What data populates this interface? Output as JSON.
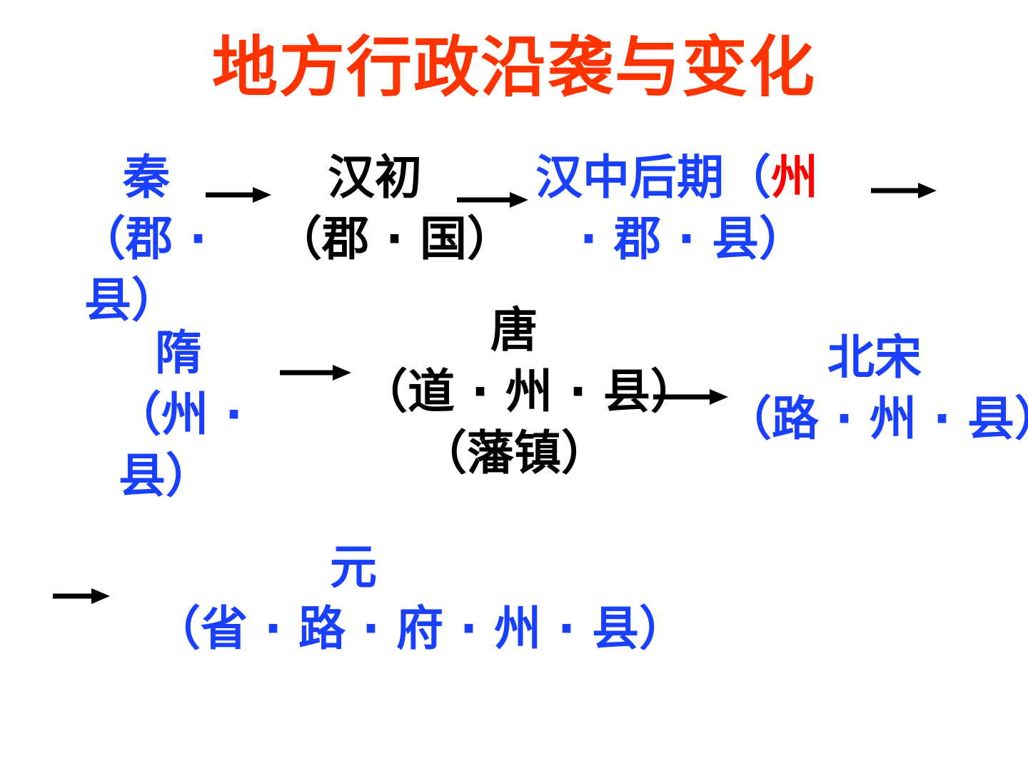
{
  "title": "地方行政沿袭与变化",
  "colors": {
    "title": "#ff3300",
    "blue": "#1a40ff",
    "black": "#000000",
    "red": "#ff0000"
  },
  "nodes": {
    "qin": {
      "lines": [
        "秦",
        "（郡 ·",
        "县）"
      ]
    },
    "han_early": {
      "lines": [
        "汉初",
        "（郡 · 国）"
      ]
    },
    "han_late": {
      "line1_main": "汉中后期（",
      "line1_red": "州",
      "line2": "· 郡 · 县）"
    },
    "sui": {
      "lines": [
        "隋",
        "（州 ·",
        "县）"
      ]
    },
    "tang": {
      "lines": [
        "唐",
        "（道 · 州 · 县）",
        "（藩镇）"
      ]
    },
    "song": {
      "lines": [
        "北宋",
        "（路 · 州 · 县）"
      ]
    },
    "yuan": {
      "lines": [
        "元",
        "（省 · 路 · 府 · 州 · 县）"
      ]
    }
  }
}
